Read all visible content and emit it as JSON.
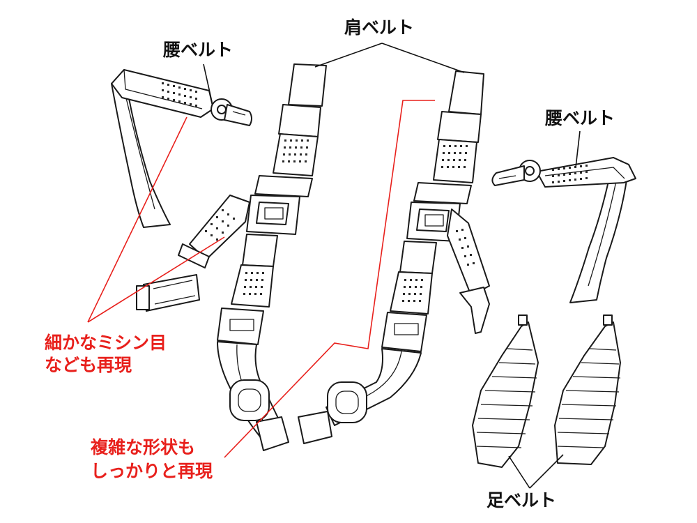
{
  "labels": {
    "shoulder_belt": "肩ベルト",
    "waist_belt_left": "腰ベルト",
    "waist_belt_right": "腰ベルト",
    "leg_belt": "足ベルト",
    "note_stitches_line1": "細かなミシン目",
    "note_stitches_line2": "なども再現",
    "note_shape_line1": "複雑な形状も",
    "note_shape_line2": "しっかりと再現"
  },
  "colors": {
    "label_black": "#111111",
    "label_red": "#e8201c",
    "line_art": "#1a1a1a",
    "background": "#ffffff"
  }
}
